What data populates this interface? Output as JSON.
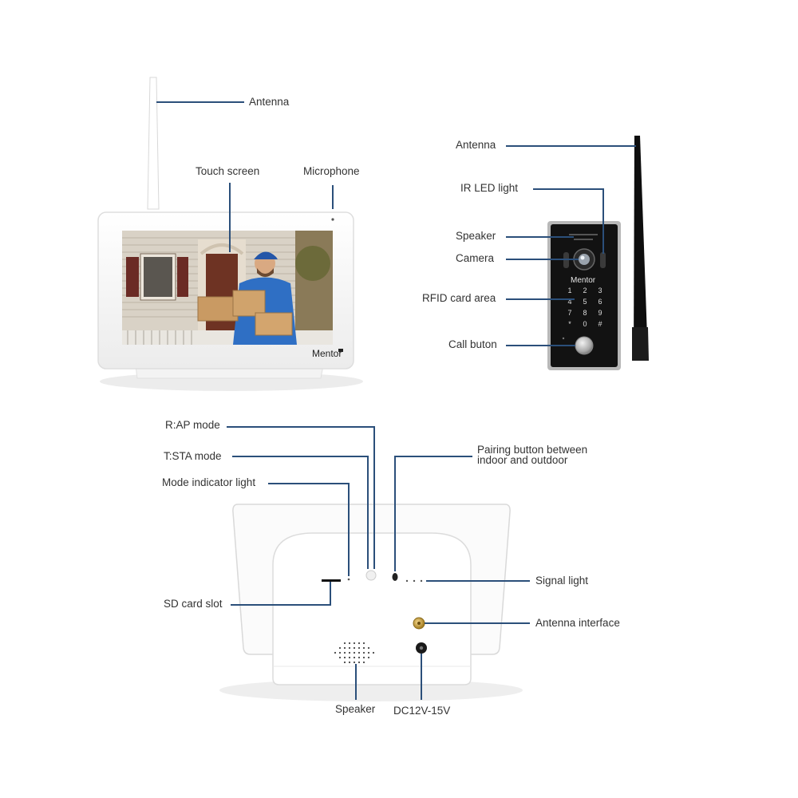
{
  "brand": "Mentor",
  "monitor_labels": {
    "antenna": "Antenna",
    "touch_screen": "Touch screen",
    "microphone": "Microphone"
  },
  "doorbell_labels": {
    "antenna": "Antenna",
    "ir_led": "IR LED light",
    "speaker": "Speaker",
    "camera": "Camera",
    "rfid": "RFID card area",
    "call_button": "Call buton"
  },
  "keypad": [
    "1",
    "2",
    "3",
    "4",
    "5",
    "6",
    "7",
    "8",
    "9",
    "*",
    "0",
    "#"
  ],
  "back_labels": {
    "ap_mode": "R:AP mode",
    "sta_mode": "T:STA mode",
    "mode_indicator": "Mode indicator light",
    "pairing_button": "Pairing button between indoor and outdoor",
    "signal_light": "Signal light",
    "sd_card_slot": "SD card slot",
    "antenna_interface": "Antenna interface",
    "speaker": "Speaker",
    "dc_power": "DC12V-15V"
  },
  "colors": {
    "leader_line": "#2b4f7a",
    "device_body": "#f4f4f4",
    "antenna": "#ffffff",
    "panel_black": "#151515",
    "text": "#333333"
  }
}
